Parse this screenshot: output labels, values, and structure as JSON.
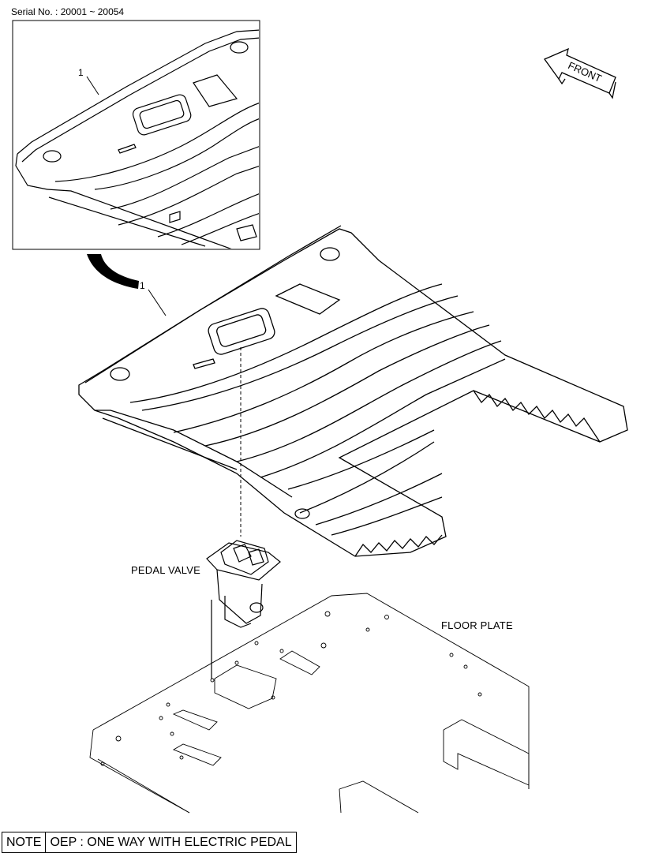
{
  "header": {
    "serial": "Serial No. : 20001 ~ 20054"
  },
  "callouts": {
    "inset": "1",
    "main": "1"
  },
  "labels": {
    "front": "FRONT",
    "pedal_valve": "PEDAL VALVE",
    "floor_plate": "FLOOR PLATE"
  },
  "note": {
    "key": "NOTE",
    "text": "OEP : ONE WAY WITH ELECTRIC PEDAL"
  }
}
